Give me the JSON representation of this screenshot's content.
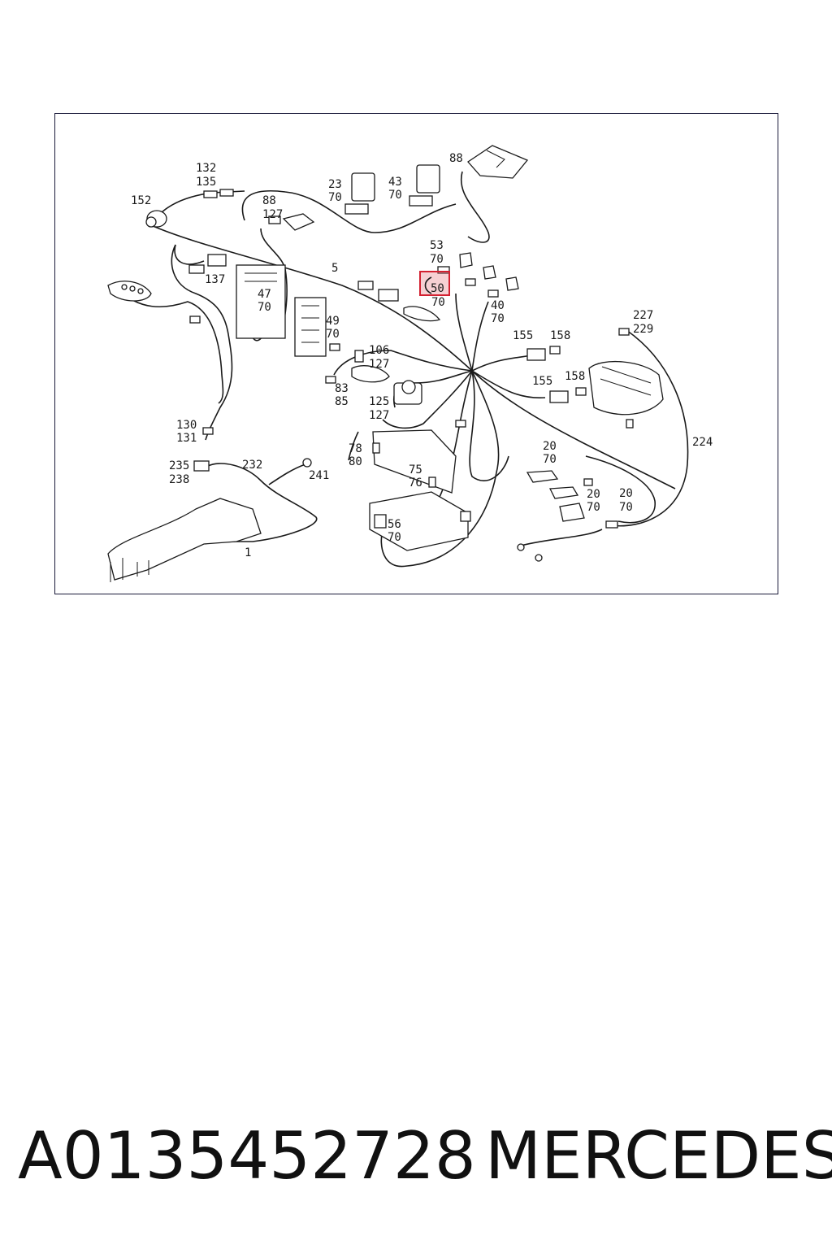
{
  "callouts": {
    "c_132": "132",
    "c_135": "135",
    "c_152": "152",
    "c_88a": "88",
    "c_127a": "127",
    "c_23": "23",
    "c_70a": "70",
    "c_43": "43",
    "c_70b": "70",
    "c_88b": "88",
    "c_137": "137",
    "c_5": "5",
    "c_53": "53",
    "c_70c": "70",
    "c_50": "50",
    "c_70d": "70",
    "c_47": "47",
    "c_70e": "70",
    "c_49": "49",
    "c_70f": "70",
    "c_40": "40",
    "c_70g": "70",
    "c_227": "227",
    "c_229": "229",
    "c_155a": "155",
    "c_158a": "158",
    "c_106": "106",
    "c_127b": "127",
    "c_83": "83",
    "c_85": "85",
    "c_155b": "155",
    "c_158b": "158",
    "c_125": "125",
    "c_127c": "127",
    "c_130": "130",
    "c_131": "131",
    "c_224": "224",
    "c_78": "78",
    "c_80": "80",
    "c_20a": "20",
    "c_70h": "70",
    "c_235": "235",
    "c_238": "238",
    "c_232": "232",
    "c_241": "241",
    "c_75": "75",
    "c_76": "76",
    "c_20b": "20",
    "c_70i": "70",
    "c_20c": "20",
    "c_70j": "70",
    "c_56": "56",
    "c_70k": "70",
    "c_1": "1"
  },
  "highlight": {
    "label": "50",
    "color": "#d32030"
  },
  "footer": {
    "part_number": "A0135452728",
    "brand": "MERCEDES"
  }
}
